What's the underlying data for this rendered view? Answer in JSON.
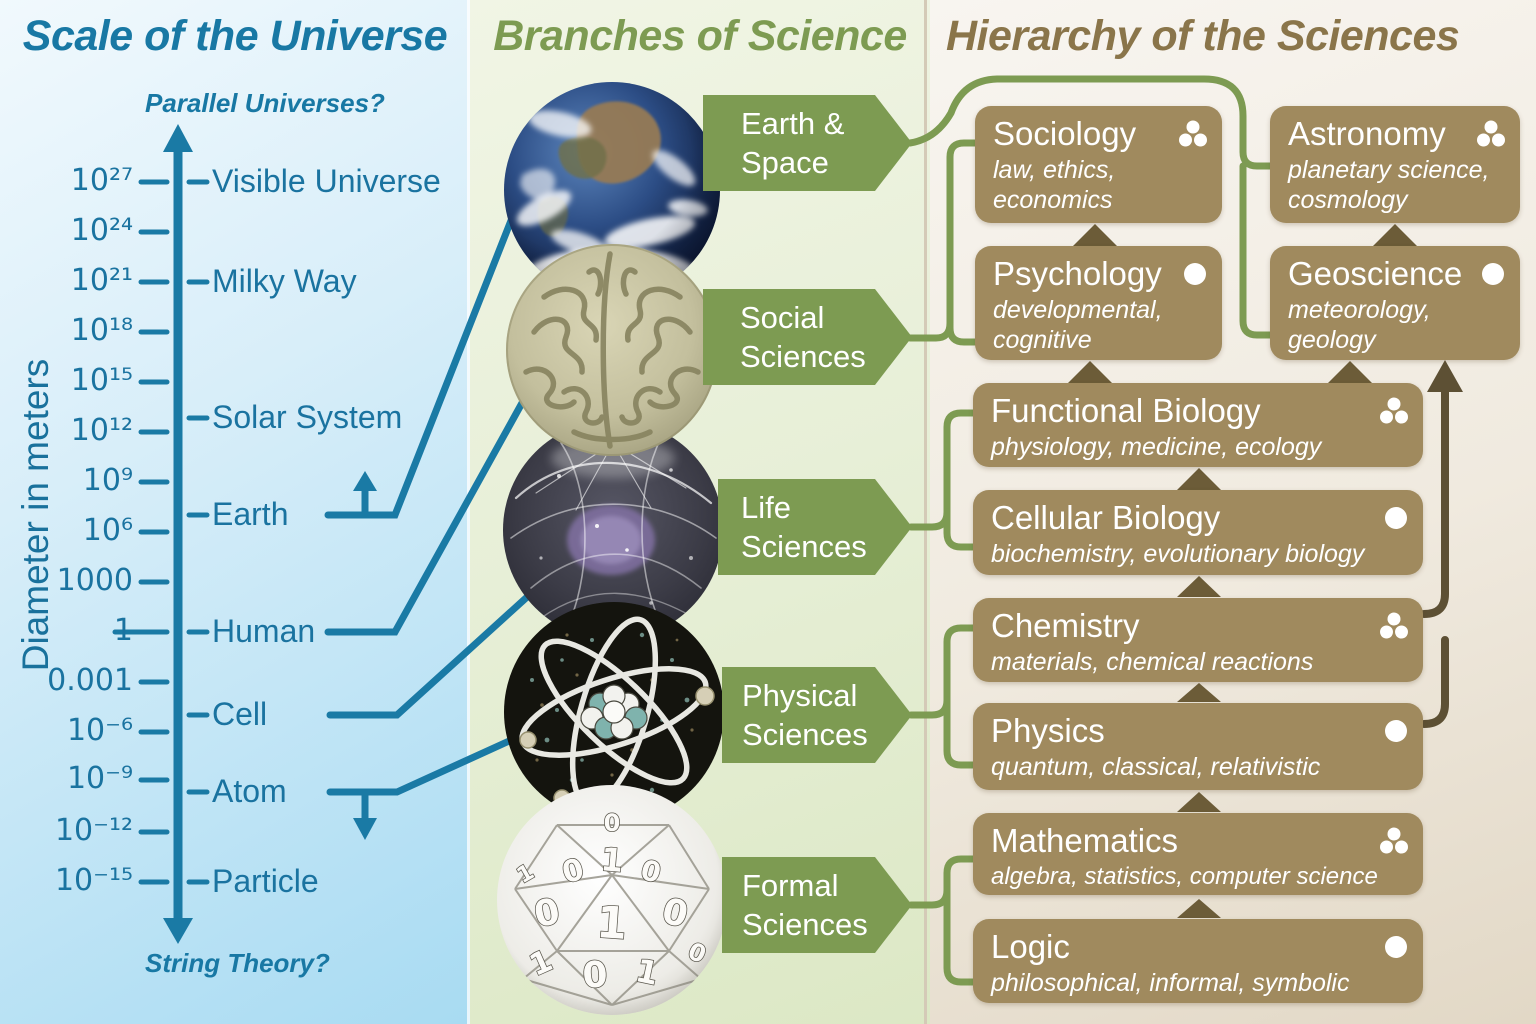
{
  "scale_panel": {
    "title": "Scale of the Universe",
    "axis_label": "Diameter in meters",
    "top_question": "Parallel Universes?",
    "bottom_question": "String Theory?",
    "tick_labels": [
      "10²⁷",
      "10²⁴",
      "10²¹",
      "10¹⁸",
      "10¹⁵",
      "10¹²",
      "10⁹",
      "10⁶",
      "1000",
      "1",
      "0.001",
      "10⁻⁶",
      "10⁻⁹",
      "10⁻¹²",
      "10⁻¹⁵"
    ],
    "items": [
      {
        "label": "Visible Universe"
      },
      {
        "label": "Milky Way"
      },
      {
        "label": "Solar System"
      },
      {
        "label": "Earth"
      },
      {
        "label": "Human"
      },
      {
        "label": "Cell"
      },
      {
        "label": "Atom"
      },
      {
        "label": "Particle"
      }
    ]
  },
  "branches_panel": {
    "title": "Branches of Science",
    "branches": [
      {
        "label": "Earth & Space",
        "image": "earth"
      },
      {
        "label": "Social Sciences",
        "image": "brain"
      },
      {
        "label": "Life Sciences",
        "image": "cell"
      },
      {
        "label": "Physical Sciences",
        "image": "atom"
      },
      {
        "label": "Formal Sciences",
        "image": "binary-sphere"
      }
    ]
  },
  "hierarchy_panel": {
    "title": "Hierarchy of the Sciences",
    "boxes": [
      {
        "title": "Sociology",
        "subtitle": "law, ethics, economics",
        "icon": "three-dots"
      },
      {
        "title": "Astronomy",
        "subtitle": "planetary science, cosmology",
        "icon": "three-dots"
      },
      {
        "title": "Psychology",
        "subtitle": "developmental, cognitive",
        "icon": "one-dot"
      },
      {
        "title": "Geoscience",
        "subtitle": "meteorology, geology",
        "icon": "one-dot"
      },
      {
        "title": "Functional Biology",
        "subtitle": "physiology, medicine, ecology",
        "icon": "three-dots"
      },
      {
        "title": "Cellular Biology",
        "subtitle": "biochemistry, evolutionary biology",
        "icon": "one-dot"
      },
      {
        "title": "Chemistry",
        "subtitle": "materials, chemical reactions",
        "icon": "three-dots"
      },
      {
        "title": "Physics",
        "subtitle": "quantum, classical, relativistic",
        "icon": "one-dot"
      },
      {
        "title": "Mathematics",
        "subtitle": "algebra, statistics, computer science",
        "icon": "three-dots"
      },
      {
        "title": "Logic",
        "subtitle": "philosophical, informal, symbolic",
        "icon": "one-dot"
      }
    ]
  },
  "colors": {
    "teal": "#1a7aa5",
    "green": "#7d9b52",
    "box_brown": "#a08a5e",
    "triangle_brown": "#6c5c38",
    "dark_brown": "#5d5034",
    "title_brown": "#8a754a"
  }
}
